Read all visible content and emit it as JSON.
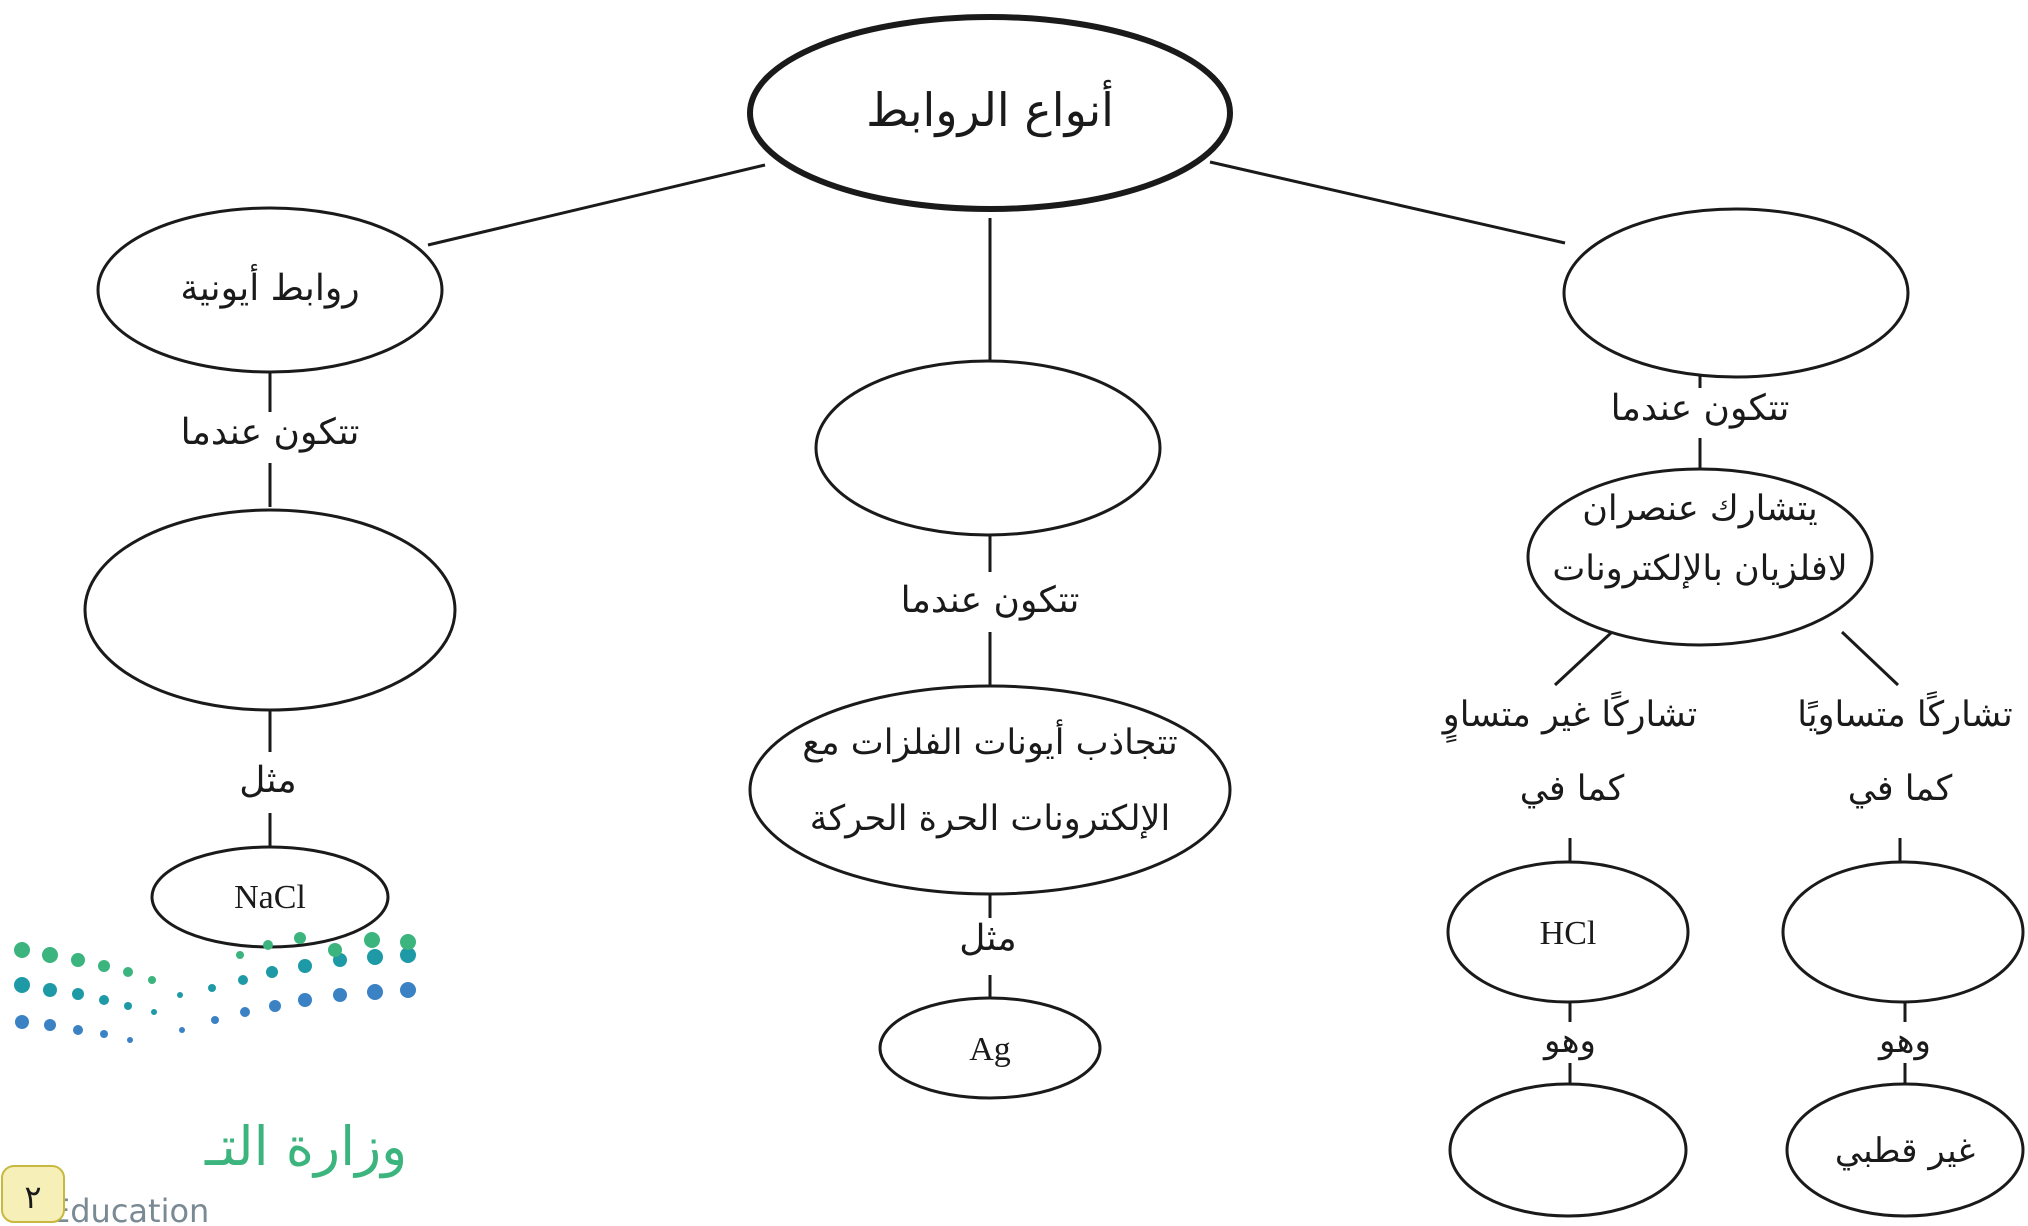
{
  "diagram": {
    "root": "أنواع الروابط",
    "ionic": {
      "title": "روابط أيونية",
      "forms_when": "تتكون عندما",
      "condition": "",
      "example_label": "مثل",
      "example": "NaCl"
    },
    "metallic": {
      "title": "",
      "forms_when": "تتكون عندما",
      "condition_line1": "تتجاذب أيونات الفلزات مع",
      "condition_line2": "الإلكترونات الحرة الحركة",
      "example_label": "مثل",
      "example": "Ag"
    },
    "covalent": {
      "title": "",
      "forms_when": "تتكون عندما",
      "condition_line1": "يتشارك عنصران",
      "condition_line2": "لافلزيان بالإلكترونات",
      "unequal": {
        "label_line1": "تشاركًا غير متساوٍ",
        "label_line2": "كما في",
        "example": "HCl",
        "which_is": "وهو",
        "type": ""
      },
      "equal": {
        "label_line1": "تشاركًا متساويًا",
        "label_line2": "كما في",
        "example": "",
        "which_is": "وهو",
        "type": "غير قطبي"
      }
    }
  },
  "logo": {
    "arabic": "وزارة التـ",
    "english": "Education",
    "page_number": "٢"
  },
  "colors": {
    "line": "#1a1a1a",
    "logo_green": "#3cb47e",
    "logo_teal": "#1e9aa7",
    "logo_blue": "#3b82c4"
  }
}
